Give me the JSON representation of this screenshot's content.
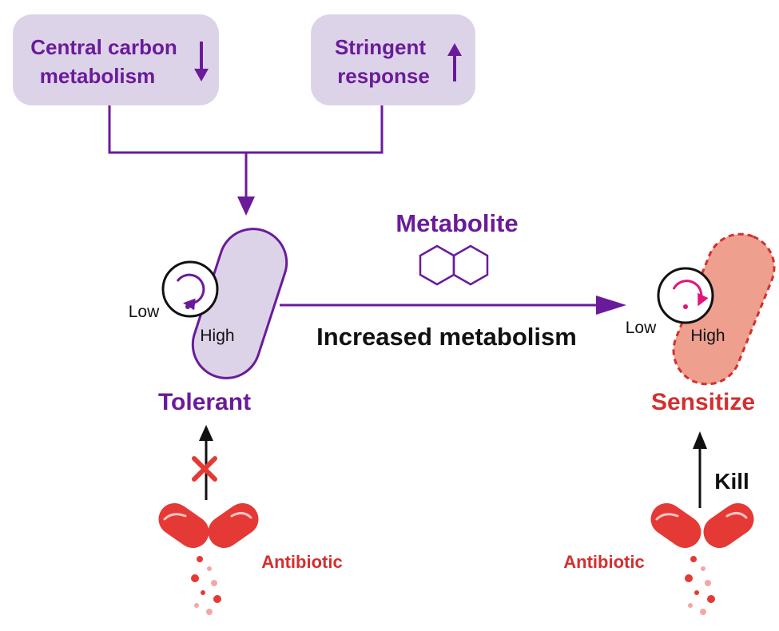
{
  "colors": {
    "purple": "#6a1b9a",
    "box_fill": "#ddd3e9",
    "tolerant_cell_fill": "#ddd3e9",
    "sensitive_cell_fill": "#ef9f8e",
    "sensitive_cell_border": "#d32f2f",
    "red": "#d32f2f",
    "magenta": "#e0157a",
    "pill_red": "#e53935"
  },
  "inputs": {
    "central_carbon": {
      "line1": "Central carbon",
      "line2": "metabolism",
      "direction_icon": "arrow-down-icon"
    },
    "stringent": {
      "line1": "Stringent",
      "line2": "response",
      "direction_icon": "arrow-up-icon"
    }
  },
  "transition": {
    "metabolite_label": "Metabolite",
    "metabolite_icon": "naphthalene-ring-icon",
    "process_label": "Increased metabolism"
  },
  "tolerant_cell": {
    "dial_low": "Low",
    "dial_high": "High",
    "state_label": "Tolerant",
    "blocked_icon": "red-x-icon",
    "antibiotic_label": "Antibiotic"
  },
  "sensitive_cell": {
    "dial_low": "Low",
    "dial_high": "High",
    "state_label": "Sensitize",
    "antibiotic_label": "Antibiotic",
    "kill_label": "Kill"
  }
}
